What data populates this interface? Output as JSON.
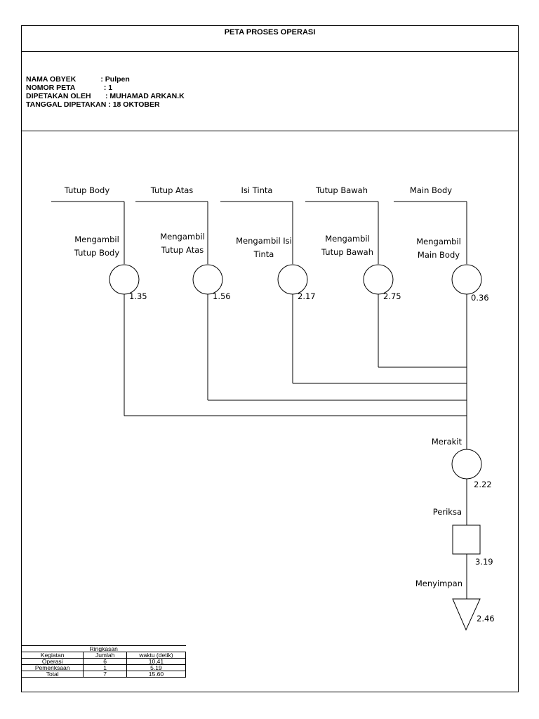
{
  "header": {
    "title": "PETA PROSES OPERASI",
    "info": [
      {
        "key": "NAMA OBYEK",
        "sep": "            : ",
        "value": "Pulpen"
      },
      {
        "key": "NOMOR PETA",
        "sep": "              : ",
        "value": "1"
      },
      {
        "key": "DIPETAKAN OLEH",
        "sep": "       : ",
        "value": "MUHAMAD ARKAN.K"
      },
      {
        "key": "TANGGAL DIPETAKAN",
        "sep": " : ",
        "value": "18 OKTOBER"
      }
    ]
  },
  "components": [
    {
      "name": "Tutup Body",
      "operation": [
        "Mengambil",
        "Tutup Body"
      ],
      "time": "1.35"
    },
    {
      "name": "Tutup Atas",
      "operation": [
        "Mengambil",
        "Tutup Atas"
      ],
      "time": "1.56"
    },
    {
      "name": "Isi Tinta",
      "operation": [
        "Mengambil Isi",
        "Tinta"
      ],
      "time": "2.17"
    },
    {
      "name": "Tutup Bawah",
      "operation": [
        "Mengambil",
        "Tutup Bawah"
      ],
      "time": "2.75"
    },
    {
      "name": "Main Body",
      "operation": [
        "Mengambil",
        "Main Body"
      ],
      "time": "0.36"
    }
  ],
  "main_flow": [
    {
      "label": "Merakit",
      "symbol": "operation",
      "time": "2.22"
    },
    {
      "label": "Periksa",
      "symbol": "inspection",
      "time": "3.19"
    },
    {
      "label": "Menyimpan",
      "symbol": "storage",
      "time": "2.46"
    }
  ],
  "summary": {
    "title": "Ringkasan",
    "headers": [
      "Kegiatan",
      "Jumlah",
      "waktu (detik)"
    ],
    "rows": [
      [
        "Operasi",
        "6",
        "10,41"
      ],
      [
        "Pemeriksaan",
        "1",
        "5.19"
      ],
      [
        "Total",
        "7",
        "15.60"
      ]
    ]
  }
}
